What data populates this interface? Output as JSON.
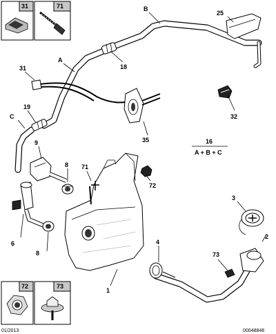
{
  "callouts": {
    "c1": "1",
    "c2": "2",
    "c3": "3",
    "c4": "4",
    "c6": "6",
    "c8a": "8",
    "c8b": "8",
    "c9": "9",
    "c16": "16",
    "c18": "18",
    "c19": "19",
    "c25": "25",
    "c31": "31",
    "c32": "32",
    "c35": "35",
    "c71": "71",
    "c72": "72",
    "c73": "73",
    "cA": "A",
    "cB": "B",
    "cC": "C"
  },
  "formula": {
    "text": "A + B + C"
  },
  "legend_boxes": {
    "top_left": "31",
    "top_right": "71",
    "bottom_left": "72",
    "bottom_right": "73"
  },
  "footer": {
    "date": "01/2013",
    "code": "00048848"
  }
}
